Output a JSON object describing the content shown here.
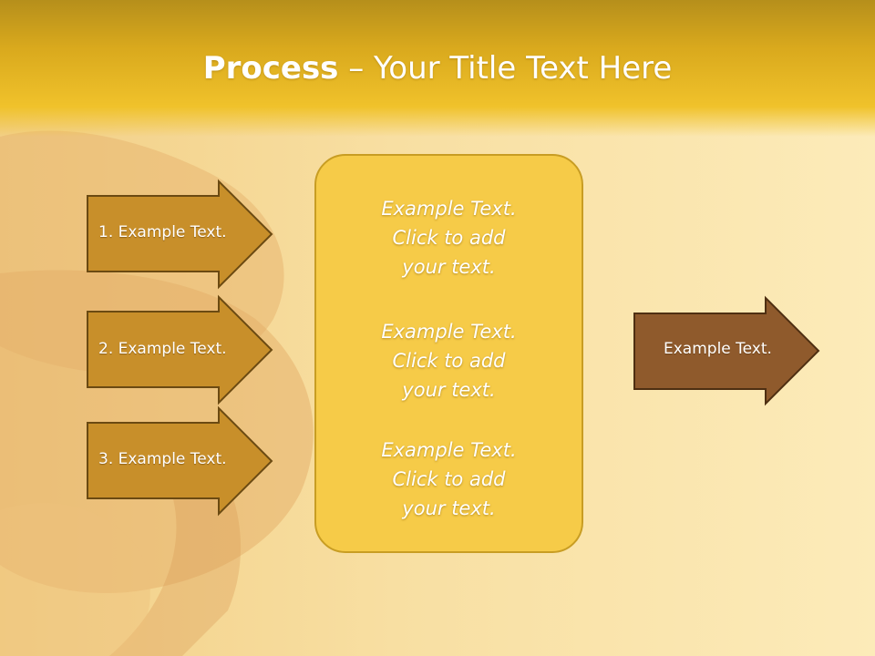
{
  "slide": {
    "title_bold": "Process",
    "title_rest": " – Your Title Text Here",
    "inputs": [
      {
        "label": "1. Example Text."
      },
      {
        "label": "2. Example Text."
      },
      {
        "label": "3. Example Text."
      }
    ],
    "center_blocks": [
      {
        "line1": "Example Text.",
        "line2": "Click  to add",
        "line3": "your text."
      },
      {
        "line1": "Example Text.",
        "line2": "Click  to add",
        "line3": "your text."
      },
      {
        "line1": "Example Text.",
        "line2": "Click  to add",
        "line3": "your text."
      }
    ],
    "output": {
      "label": "Example Text."
    }
  },
  "colors": {
    "input_arrow_fill": "#c88f2a",
    "input_arrow_stroke": "#6b4a12",
    "output_arrow_fill": "#8f5a2c",
    "center_fill": "#f6cb48"
  }
}
